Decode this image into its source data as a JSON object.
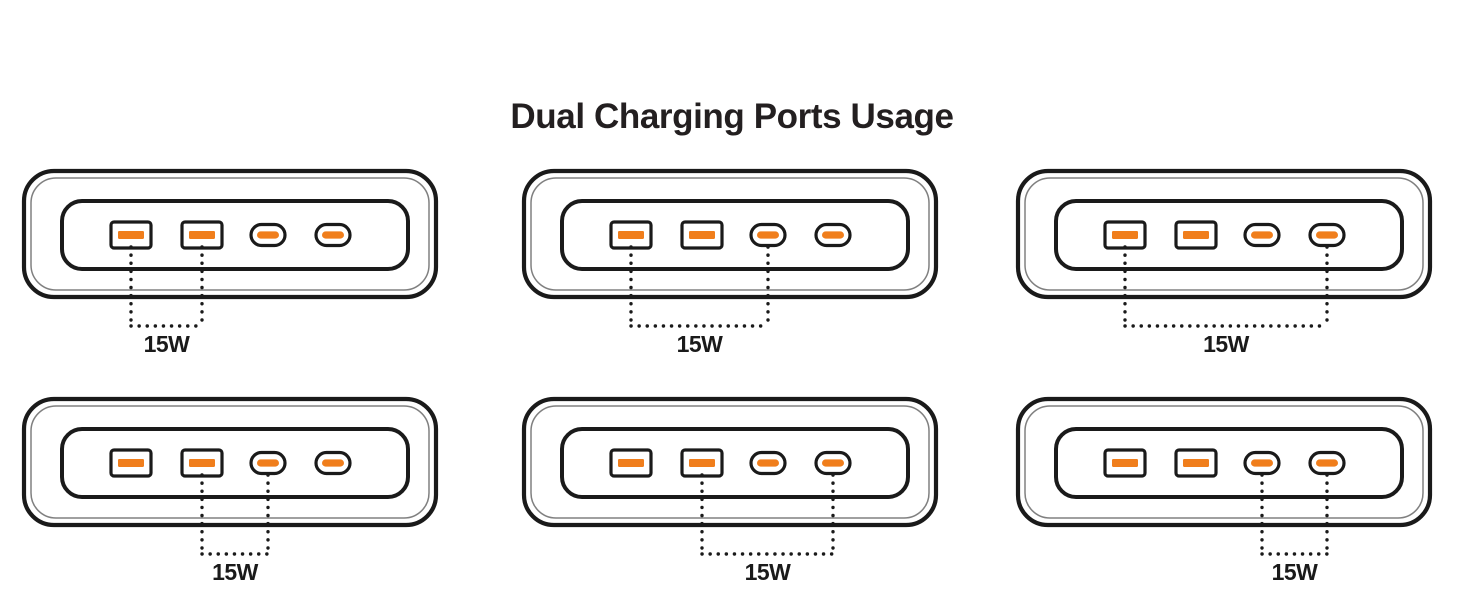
{
  "figure": {
    "title": "Dual Charging Ports Usage",
    "colors": {
      "port_accent": "#F07E1C",
      "outline": "#1a1a1a",
      "shell_inner_line": "#808080",
      "background": "#ffffff",
      "text": "#231f20"
    },
    "port_types": {
      "usb_a": "usb-a-port",
      "usb_c": "usb-c-port"
    },
    "port_slots": [
      {
        "index": 1,
        "type": "usb-a",
        "label": "USB-A 1"
      },
      {
        "index": 2,
        "type": "usb-a",
        "label": "USB-A 2"
      },
      {
        "index": 3,
        "type": "usb-c",
        "label": "USB-C 1"
      },
      {
        "index": 4,
        "type": "usb-c",
        "label": "USB-C 2"
      }
    ]
  },
  "panels": [
    {
      "id": "panel-1",
      "position": "row1-col1",
      "wattage_label": "15W",
      "active_ports": [
        1,
        2
      ],
      "active_port_labels": [
        "USB-A 1",
        "USB-A 2"
      ],
      "ports": [
        {
          "type": "usb-a",
          "active": true
        },
        {
          "type": "usb-a",
          "active": true
        },
        {
          "type": "usb-c",
          "active": false
        },
        {
          "type": "usb-c",
          "active": false
        }
      ]
    },
    {
      "id": "panel-2",
      "position": "row1-col2",
      "wattage_label": "15W",
      "active_ports": [
        1,
        3
      ],
      "active_port_labels": [
        "USB-A 1",
        "USB-C 1"
      ],
      "ports": [
        {
          "type": "usb-a",
          "active": true
        },
        {
          "type": "usb-a",
          "active": false
        },
        {
          "type": "usb-c",
          "active": true
        },
        {
          "type": "usb-c",
          "active": false
        }
      ]
    },
    {
      "id": "panel-3",
      "position": "row1-col3",
      "wattage_label": "15W",
      "active_ports": [
        1,
        4
      ],
      "active_port_labels": [
        "USB-A 1",
        "USB-C 2"
      ],
      "ports": [
        {
          "type": "usb-a",
          "active": true
        },
        {
          "type": "usb-a",
          "active": false
        },
        {
          "type": "usb-c",
          "active": false
        },
        {
          "type": "usb-c",
          "active": true
        }
      ]
    },
    {
      "id": "panel-4",
      "position": "row2-col1",
      "wattage_label": "15W",
      "active_ports": [
        2,
        3
      ],
      "active_port_labels": [
        "USB-A 2",
        "USB-C 1"
      ],
      "ports": [
        {
          "type": "usb-a",
          "active": false
        },
        {
          "type": "usb-a",
          "active": true
        },
        {
          "type": "usb-c",
          "active": true
        },
        {
          "type": "usb-c",
          "active": false
        }
      ]
    },
    {
      "id": "panel-5",
      "position": "row2-col2",
      "wattage_label": "15W",
      "active_ports": [
        2,
        4
      ],
      "active_port_labels": [
        "USB-A 2",
        "USB-C 2"
      ],
      "ports": [
        {
          "type": "usb-a",
          "active": false
        },
        {
          "type": "usb-a",
          "active": true
        },
        {
          "type": "usb-c",
          "active": false
        },
        {
          "type": "usb-c",
          "active": true
        }
      ]
    },
    {
      "id": "panel-6",
      "position": "row2-col3",
      "wattage_label": "15W",
      "active_ports": [
        3,
        4
      ],
      "active_port_labels": [
        "USB-C 1",
        "USB-C 2"
      ],
      "ports": [
        {
          "type": "usb-a",
          "active": false
        },
        {
          "type": "usb-a",
          "active": false
        },
        {
          "type": "usb-c",
          "active": true
        },
        {
          "type": "usb-c",
          "active": true
        }
      ]
    }
  ]
}
